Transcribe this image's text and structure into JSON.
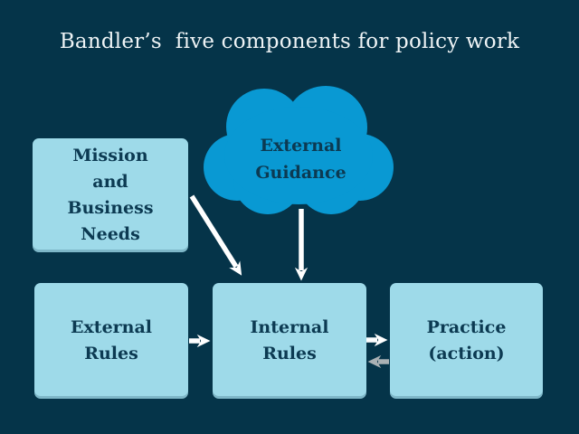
{
  "title": "Bandler’s  five components for policy work",
  "colors": {
    "background": "#053449",
    "box_fill": "#9edae9",
    "cloud_fill": "#0999d3",
    "box_text": "#0c3a52",
    "title_text": "#eef3f5",
    "arrow_white": "#ffffff",
    "arrow_gray": "#aab1b4"
  },
  "cloud": {
    "name": "external-guidance",
    "lines": [
      "External",
      "Guidance"
    ]
  },
  "boxes": {
    "mission": {
      "lines": [
        "Mission",
        "and",
        "Business",
        "Needs"
      ]
    },
    "external_rules": {
      "lines": [
        "External",
        "Rules"
      ]
    },
    "internal_rules": {
      "lines": [
        "Internal",
        "Rules"
      ]
    },
    "practice": {
      "lines": [
        "Practice",
        "(action)"
      ]
    }
  },
  "arrows": [
    {
      "from": "mission",
      "to": "internal_rules",
      "color": "white",
      "direction": "diagonal-down-right"
    },
    {
      "from": "external_guidance",
      "to": "internal_rules",
      "color": "white",
      "direction": "down"
    },
    {
      "from": "external_rules",
      "to": "internal_rules",
      "color": "white",
      "direction": "right"
    },
    {
      "from": "internal_rules",
      "to": "practice",
      "color": "white",
      "direction": "right"
    },
    {
      "from": "practice",
      "to": "internal_rules",
      "color": "gray",
      "direction": "left"
    }
  ]
}
